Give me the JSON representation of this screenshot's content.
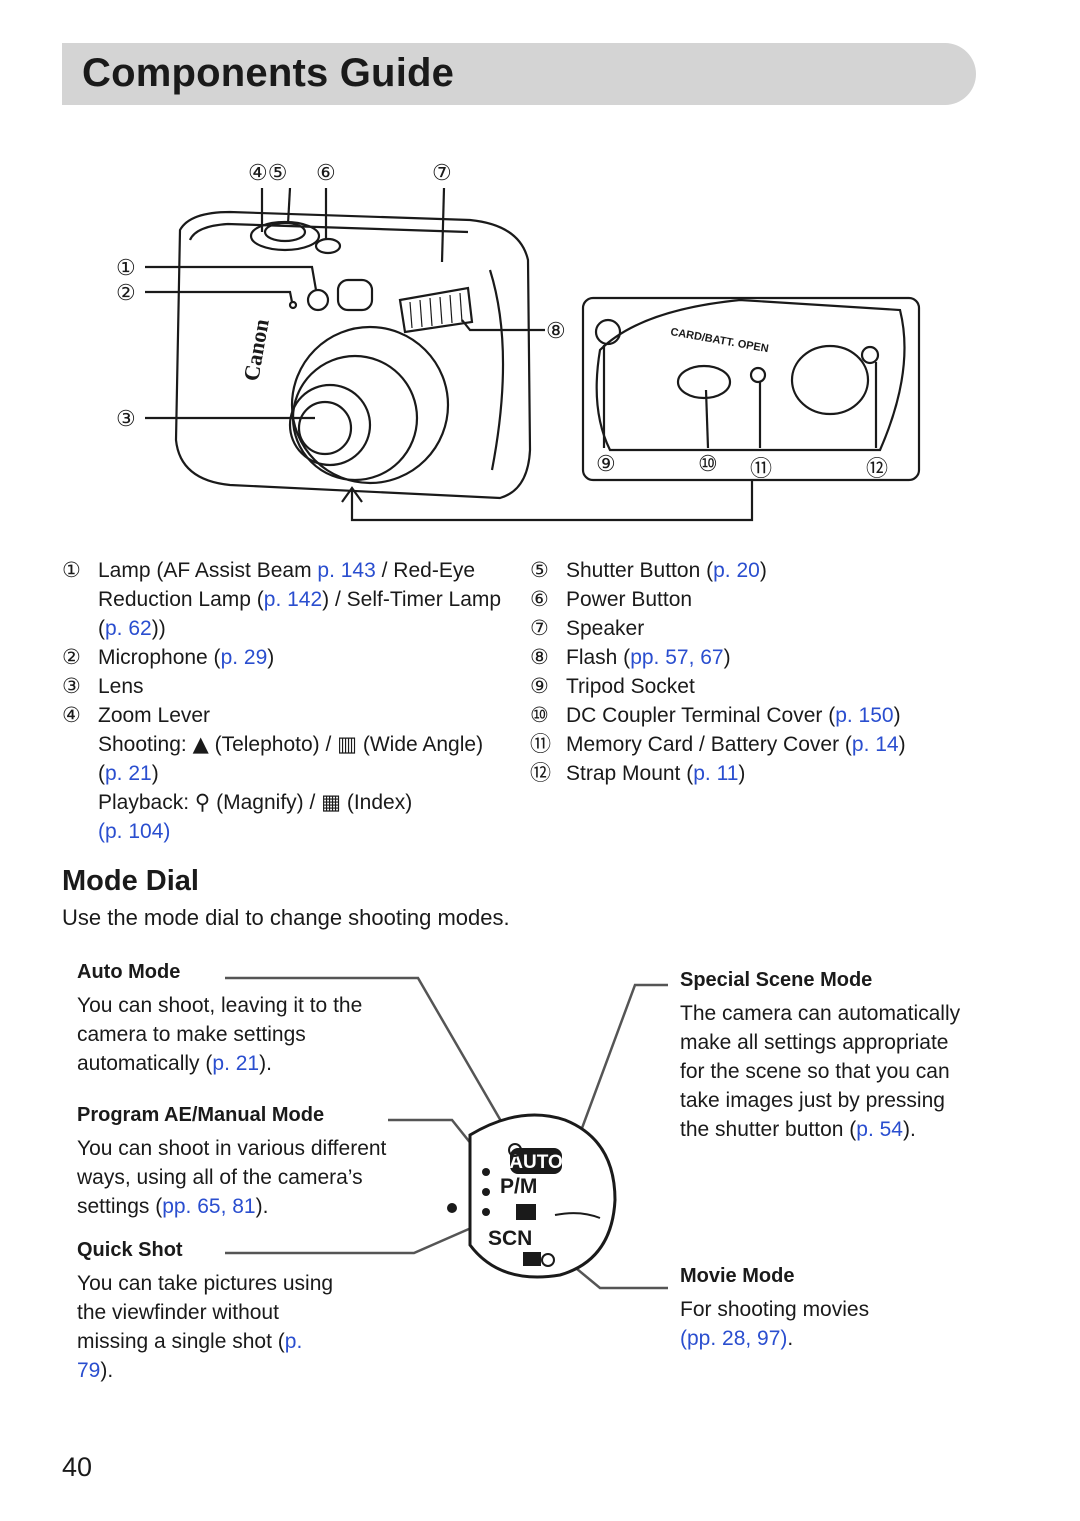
{
  "page": {
    "title": "Components Guide",
    "number": "40"
  },
  "diagram": {
    "camera_callouts": [
      "④⑤",
      "⑥",
      "⑦",
      "①",
      "②",
      "⑧",
      "③"
    ],
    "bottom_callouts": [
      "⑨",
      "⑩",
      "⑪",
      "⑫"
    ],
    "body_text": {
      "brand": "Canon",
      "cover_label": "CARD/BATT.\nOPEN"
    }
  },
  "parts_left": [
    {
      "num": "①",
      "text": "Lamp (AF Assist Beam ",
      "link": "p. 143",
      "rest": " / Red-Eye Reduction Lamp (",
      "link2": "p. 142",
      "rest2": ") / Self-Timer Lamp (",
      "link3": "p. 62",
      "rest3": "))"
    },
    {
      "num": "②",
      "text": "Microphone (",
      "link": "p. 29",
      "rest": ")"
    },
    {
      "num": "③",
      "text": "Lens"
    },
    {
      "num": "④",
      "text": "Zoom Lever"
    }
  ],
  "zoom_lever": {
    "shooting_prefix": "Shooting: ",
    "tele": "(Telephoto) / ",
    "wide": "(Wide Angle) (",
    "wide_link": "p. 21",
    "wide_end": ")",
    "playback_prefix": "Playback: ",
    "magnify": "(Magnify) / ",
    "index": "(Index)",
    "index_link": "(p. 104)"
  },
  "parts_right": [
    {
      "num": "⑤",
      "text": "Shutter Button (",
      "link": "p. 20",
      "rest": ")"
    },
    {
      "num": "⑥",
      "text": "Power Button"
    },
    {
      "num": "⑦",
      "text": "Speaker"
    },
    {
      "num": "⑧",
      "text": "Flash (",
      "link": "pp. 57, 67",
      "rest": ")"
    },
    {
      "num": "⑨",
      "text": "Tripod Socket"
    },
    {
      "num": "⑩",
      "text": "DC Coupler Terminal Cover (",
      "link": "p. 150",
      "rest": ")"
    },
    {
      "num": "⑪",
      "text": "Memory Card / Battery Cover (",
      "link": "p. 14",
      "rest": ")"
    },
    {
      "num": "⑫",
      "text": "Strap Mount (",
      "link": "p. 11",
      "rest": ")"
    }
  ],
  "mode_dial": {
    "heading": "Mode Dial",
    "lead": "Use the mode dial to change shooting modes.",
    "dial_labels": {
      "auto": "AUTO",
      "pm": "P/M",
      "scn": "SCN"
    },
    "auto": {
      "title": "Auto Mode",
      "text": "You can shoot, leaving it to the camera to make settings automatically (",
      "link": "p. 21",
      "end": ")."
    },
    "program": {
      "title": "Program AE/Manual Mode",
      "text": "You can shoot in various different ways, using all of the camera’s settings (",
      "link": "pp. 65, 81",
      "end": ")."
    },
    "quick": {
      "title": "Quick Shot",
      "text": "You can take pictures using the viewfinder without missing a single shot (",
      "link": "p. 79",
      "end": ")."
    },
    "scene": {
      "title": "Special Scene Mode",
      "text": "The camera can automatically make all settings appropriate for the scene so that you can take images just by pressing the shutter button (",
      "link": "p. 54",
      "end": ")."
    },
    "movie": {
      "title": "Movie Mode",
      "text": "For shooting movies",
      "link": "(pp. 28, 97)",
      "end": "."
    }
  }
}
